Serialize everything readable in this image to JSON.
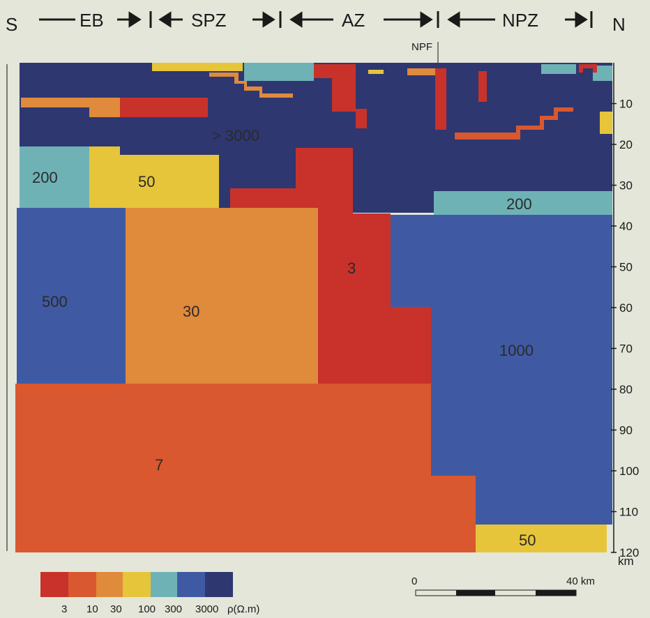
{
  "header": {
    "south": "S",
    "north": "N",
    "zones": [
      "EB",
      "SPZ",
      "AZ",
      "NPZ"
    ],
    "fault": "NPF"
  },
  "colors": {
    "c3": "#c8322a",
    "c10": "#d9582f",
    "c30": "#e08a3c",
    "c100": "#e6c53a",
    "c300": "#6fb2b6",
    "c3000": "#3f5aa3",
    "cmax": "#2e3770"
  },
  "labels": {
    "gt3000": "> 3000",
    "r200a": "200",
    "r50a": "50",
    "r200b": "200",
    "r500": "500",
    "r30": "30",
    "r3": "3",
    "r1000": "1000",
    "r7": "7",
    "r50b": "50"
  },
  "depth_axis": {
    "ticks": [
      "10",
      "20",
      "30",
      "40",
      "50",
      "60",
      "70",
      "80",
      "90",
      "100",
      "110",
      "120"
    ],
    "unit": "km"
  },
  "colorbar": {
    "values": [
      "3",
      "10",
      "30",
      "100",
      "300",
      "3000"
    ],
    "unit": "ρ(Ω.m)"
  },
  "scalebar": {
    "start": "0",
    "end": "40 km"
  }
}
